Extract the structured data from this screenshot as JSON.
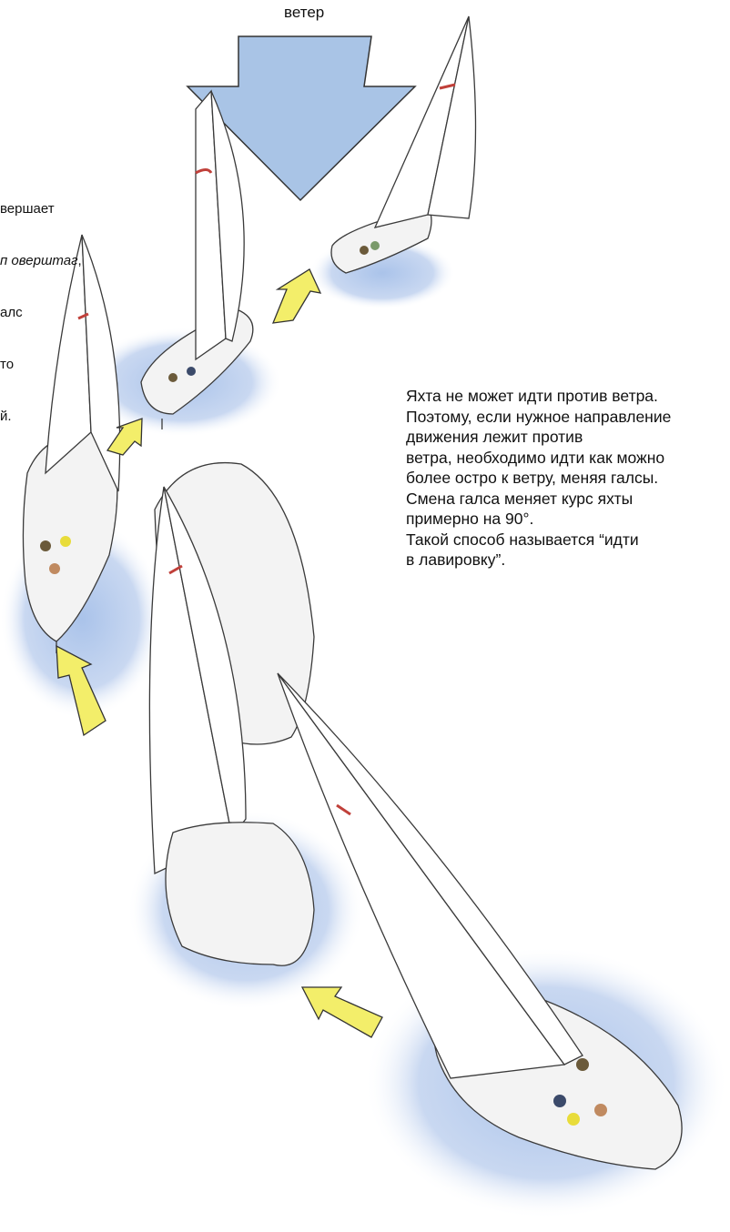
{
  "wind": {
    "label": "ветер"
  },
  "left_caption": {
    "line1": "вершает",
    "line2_italic": "п оверштаг",
    "line2_rest": ",",
    "line3": "алс",
    "line4": "то",
    "line5": "й."
  },
  "right_caption": {
    "lines": [
      "Яхта не может идти против ветра.",
      "Поэтому, если нужное направление",
      "движения лежит против",
      "ветра, необходимо идти как можно",
      "более остро к ветру, меняя галсы.",
      "Смена галса меняет курс яхты",
      "примерно на 90°.",
      "Такой способ называется “идти",
      "в лавировку”."
    ]
  },
  "colors": {
    "wind_arrow": "#a9c4e6",
    "water": "#c7d7ef",
    "course_arrow": "#f3ee6a",
    "sail": "#ffffff",
    "outline": "#3a3a3a",
    "sail_mark": "#c0403a"
  }
}
